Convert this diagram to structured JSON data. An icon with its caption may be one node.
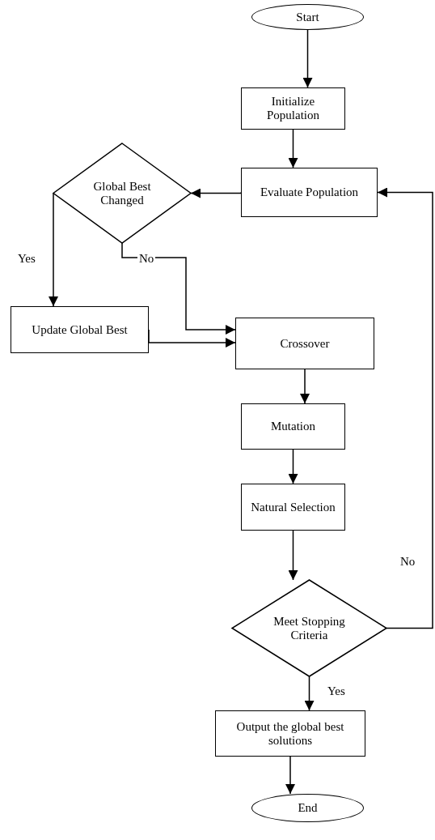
{
  "diagram": {
    "nodes": [
      {
        "text": [
          "Start"
        ]
      },
      {
        "text": [
          "Initialize Population"
        ]
      },
      {
        "text": [
          "Evaluate Population"
        ]
      },
      {
        "text": [
          "Global Best Changed"
        ]
      },
      {
        "text": [
          "Update Global Best"
        ]
      },
      {
        "text": [
          "Crossover"
        ]
      },
      {
        "text": [
          "Mutation"
        ]
      },
      {
        "text": [
          "Natural Selection"
        ]
      },
      {
        "text": [
          "Meet Stopping Criteria"
        ]
      },
      {
        "text": [
          "Output the global best solutions"
        ]
      },
      {
        "text": [
          "End"
        ]
      }
    ],
    "edges": [
      {
        "from": 0,
        "to": 1,
        "arrow": "to"
      },
      {
        "from": 1,
        "to": 2,
        "arrow": "to"
      },
      {
        "from": 2,
        "to": 3,
        "arrow": "to"
      },
      {
        "from": 3,
        "to": 4,
        "arrow": "to",
        "label": "Yes"
      },
      {
        "from": 3,
        "to": 5,
        "arrow": "to",
        "label": "No"
      },
      {
        "from": 4,
        "to": 5,
        "arrow": "to"
      },
      {
        "from": 5,
        "to": 6,
        "arrow": "to"
      },
      {
        "from": 6,
        "to": 7,
        "arrow": "to"
      },
      {
        "from": 7,
        "to": 8,
        "arrow": "to"
      },
      {
        "from": 8,
        "to": 9,
        "arrow": "to",
        "label": "Yes"
      },
      {
        "from": 8,
        "to": 2,
        "arrow": "to",
        "label": "No"
      },
      {
        "from": 9,
        "to": 10,
        "arrow": "to"
      }
    ]
  }
}
